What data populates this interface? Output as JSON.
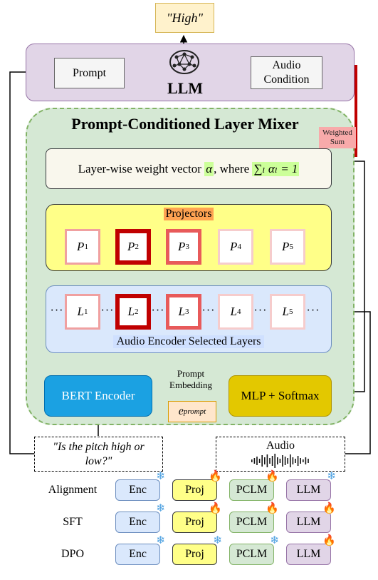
{
  "output": "\"High\"",
  "llm": {
    "title": "LLM",
    "prompt_label": "Prompt",
    "audio_condition_label": "Audio\nCondition",
    "brain_icon": "brain-icon"
  },
  "mixer": {
    "title": "Prompt-Conditioned Layer Mixer",
    "weighted_sum_label": "Weighted\nSum",
    "weight_text": "Layer-wise weight vector",
    "weight_alpha": "α",
    "weight_where": ", where",
    "weight_formula": "∑ₗ αₗ = 1",
    "projectors_label": "Projectors",
    "projectors": [
      {
        "name": "P",
        "sub": "1"
      },
      {
        "name": "P",
        "sub": "2"
      },
      {
        "name": "P",
        "sub": "3"
      },
      {
        "name": "P",
        "sub": "4"
      },
      {
        "name": "P",
        "sub": "5"
      }
    ],
    "layers": [
      {
        "name": "L",
        "sub": "1"
      },
      {
        "name": "L",
        "sub": "2"
      },
      {
        "name": "L",
        "sub": "3"
      },
      {
        "name": "L",
        "sub": "4"
      },
      {
        "name": "L",
        "sub": "5"
      }
    ],
    "dots": "···",
    "encoder_label": "Audio Encoder Selected Layers",
    "bert_label": "BERT Encoder",
    "prompt_embedding_label": "Prompt\nEmbedding",
    "mlp_label": "MLP + Softmax",
    "e_prompt": "e",
    "e_prompt_sub": "prompt"
  },
  "inputs": {
    "question": "\"Is the pitch high or\nlow?\"",
    "audio": "Audio",
    "waveform_icon": "waveform-icon"
  },
  "legend": {
    "rows": [
      {
        "label": "Alignment",
        "cells": [
          {
            "text": "Enc",
            "state": "frozen"
          },
          {
            "text": "Proj",
            "state": "trainable"
          },
          {
            "text": "PCLM",
            "state": "trainable"
          },
          {
            "text": "LLM",
            "state": "frozen"
          }
        ]
      },
      {
        "label": "SFT",
        "cells": [
          {
            "text": "Enc",
            "state": "frozen"
          },
          {
            "text": "Proj",
            "state": "trainable"
          },
          {
            "text": "PCLM",
            "state": "trainable"
          },
          {
            "text": "LLM",
            "state": "trainable"
          }
        ]
      },
      {
        "label": "DPO",
        "cells": [
          {
            "text": "Enc",
            "state": "frozen"
          },
          {
            "text": "Proj",
            "state": "frozen"
          },
          {
            "text": "PCLM",
            "state": "frozen"
          },
          {
            "text": "LLM",
            "state": "trainable"
          }
        ]
      }
    ],
    "frozen_icon": "snowflake-icon",
    "trainable_icon": "fire-icon",
    "frozen_glyph": "❄",
    "trainable_glyph": "🔥"
  },
  "colors": {
    "llm_band": "#e1d5e7",
    "mixer": "#d5e8d4",
    "projectors": "#ffff88",
    "encoder": "#dae8fc",
    "bert": "#1ba1e2",
    "mlp": "#e3c800",
    "output": "#fff2cc",
    "heavy_weight": "#c00000",
    "medium_weight": "#e85a5a",
    "light_weight": "#f0a0a0",
    "faint_weight": "#f6cccc"
  },
  "weights": [
    0.15,
    0.45,
    0.28,
    0.06,
    0.06
  ]
}
